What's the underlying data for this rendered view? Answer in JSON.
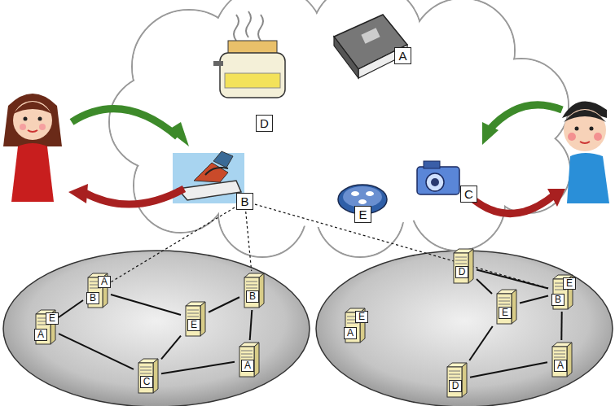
{
  "diagram": {
    "nodes": [
      {
        "text": [
          "A"
        ]
      },
      {
        "text": [
          "D"
        ]
      },
      {
        "text": [
          "B"
        ]
      },
      {
        "text": [
          "E"
        ]
      },
      {
        "text": [
          "C"
        ]
      },
      {
        "text": [
          "A",
          "E"
        ]
      },
      {
        "text": [
          "B",
          "A"
        ]
      },
      {
        "text": [
          "B"
        ]
      },
      {
        "text": [
          "E"
        ]
      },
      {
        "text": [
          "A"
        ]
      },
      {
        "text": [
          "C"
        ]
      },
      {
        "text": [
          "D"
        ]
      },
      {
        "text": [
          "B",
          "E"
        ]
      },
      {
        "text": [
          "E"
        ]
      },
      {
        "text": [
          "A",
          "E"
        ]
      },
      {
        "text": [
          "A"
        ]
      },
      {
        "text": [
          "D"
        ]
      }
    ],
    "edges": [
      {
        "from": 5,
        "to": 6,
        "arrow": "none"
      },
      {
        "from": 6,
        "to": 8,
        "arrow": "none"
      },
      {
        "from": 8,
        "to": 7,
        "arrow": "none"
      },
      {
        "from": 7,
        "to": 9,
        "arrow": "none"
      },
      {
        "from": 9,
        "to": 10,
        "arrow": "none"
      },
      {
        "from": 10,
        "to": 5,
        "arrow": "none"
      },
      {
        "from": 8,
        "to": 10,
        "arrow": "none"
      },
      {
        "from": 11,
        "to": 12,
        "arrow": "none"
      },
      {
        "from": 11,
        "to": 13,
        "arrow": "none"
      },
      {
        "from": 13,
        "to": 12,
        "arrow": "none"
      },
      {
        "from": 12,
        "to": 15,
        "arrow": "none"
      },
      {
        "from": 15,
        "to": 16,
        "arrow": "none"
      },
      {
        "from": 16,
        "to": 13,
        "arrow": "none"
      },
      {
        "from": 2,
        "to": 6,
        "arrow": "none"
      },
      {
        "from": 2,
        "to": 7,
        "arrow": "none"
      },
      {
        "from": 2,
        "to": 12,
        "arrow": "none"
      }
    ]
  }
}
